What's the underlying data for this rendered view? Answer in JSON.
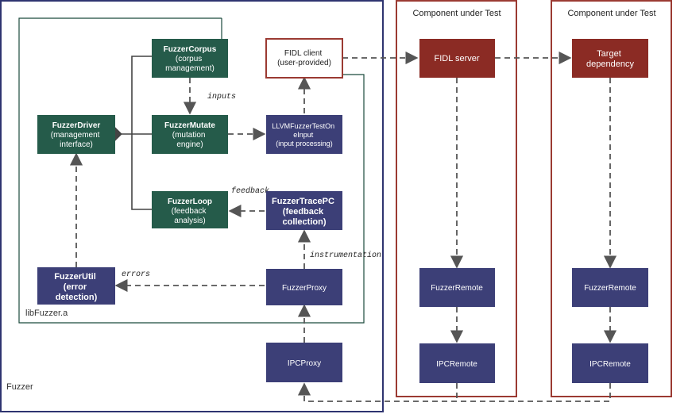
{
  "outer": {
    "fuzzer_label": "Fuzzer",
    "libfuzzer_label": "libFuzzer.a"
  },
  "panels": [
    {
      "title": "Component under Test"
    },
    {
      "title": "Component under Test"
    }
  ],
  "boxes": {
    "corpus": {
      "lines": [
        "FuzzerCorpus",
        "(corpus",
        "management)"
      ]
    },
    "driver": {
      "lines": [
        "FuzzerDriver",
        "(management",
        "interface)"
      ]
    },
    "mutate": {
      "lines": [
        "FuzzerMutate",
        "(mutation",
        "engine)"
      ]
    },
    "loop": {
      "lines": [
        "FuzzerLoop",
        "(feedback",
        "analysis)"
      ]
    },
    "util": {
      "lines": [
        "FuzzerUtil",
        "(error",
        "detection)"
      ]
    },
    "fidl_client": {
      "lines": [
        "FIDL client",
        "(user-provided)"
      ]
    },
    "llvm": {
      "lines": [
        "LLVMFuzzerTestOn",
        "eInput",
        "(input processing)"
      ]
    },
    "tracepc": {
      "lines": [
        "FuzzerTracePC",
        "(feedback",
        "collection)"
      ]
    },
    "proxy": {
      "lines": [
        "FuzzerProxy"
      ]
    },
    "ipcproxy": {
      "lines": [
        "IPCProxy"
      ]
    },
    "fidl_server": {
      "lines": [
        "FIDL server"
      ]
    },
    "remote1": {
      "lines": [
        "FuzzerRemote"
      ]
    },
    "ipcremote1": {
      "lines": [
        "IPCRemote"
      ]
    },
    "target": {
      "lines": [
        "Target",
        "dependency"
      ]
    },
    "remote2": {
      "lines": [
        "FuzzerRemote"
      ]
    },
    "ipcremote2": {
      "lines": [
        "IPCRemote"
      ]
    }
  },
  "edge_labels": {
    "inputs": "inputs",
    "feedback": "feedback",
    "instrumentation": "instrumentation",
    "errors": "errors"
  },
  "colors": {
    "green": "#255b4a",
    "navy": "#3c3f77",
    "red": "#8b2b24",
    "outline_navy": "#2e3470",
    "outline_red": "#9b3a32",
    "line_green": "#1b4a3c",
    "arrow": "#555555"
  }
}
